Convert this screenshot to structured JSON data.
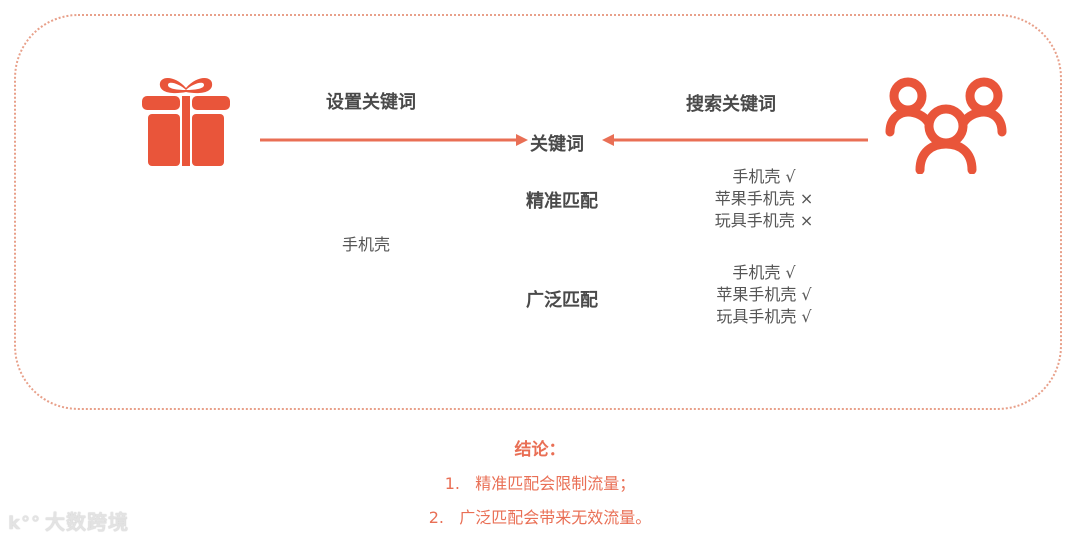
{
  "diagram": {
    "seller_icon": "gift-icon",
    "buyer_icon": "users-group-icon",
    "set_keyword_label": "设置关键词",
    "search_keyword_label": "搜索关键词",
    "keyword_label": "关键词",
    "seller_keyword": "手机壳",
    "exact_match": {
      "label": "精准匹配",
      "results": [
        "手机壳 √",
        "苹果手机壳 ×",
        "玩具手机壳 ×"
      ]
    },
    "broad_match": {
      "label": "广泛匹配",
      "results": [
        "手机壳 √",
        "苹果手机壳 √",
        "玩具手机壳 √"
      ]
    },
    "accent_color": "#e9553a",
    "arrow_color": "#e96f55"
  },
  "conclusion": {
    "title": "结论：",
    "items": [
      "1.   精准匹配会限制流量；",
      "2.   广泛匹配会带来无效流量。"
    ]
  },
  "watermark": {
    "text": "大数跨境",
    "logo": "kdo-logo-icon"
  }
}
